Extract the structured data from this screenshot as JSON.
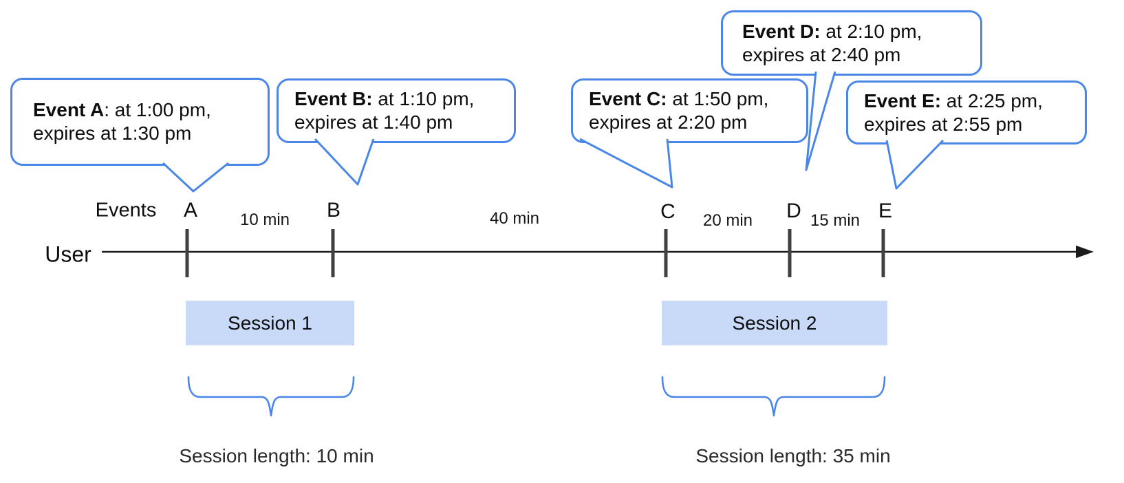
{
  "title": "Event sessionization timeline diagram",
  "colors": {
    "accent_blue": "#4a86e8",
    "session_fill": "#c9daf8",
    "tick_gray": "#404040",
    "axis_black": "#1b1b1b",
    "text_black": "#0e0e0e"
  },
  "axis": {
    "events_label": "Events",
    "user_label": "User",
    "tick_labels": [
      "A",
      "B",
      "C",
      "D",
      "E"
    ],
    "interval_labels": [
      "10 min",
      "40 min",
      "20 min",
      "15 min"
    ]
  },
  "bubbles": [
    {
      "event": "A",
      "bold": "Event A",
      "line1_rest": ": at 1:00 pm,",
      "line2": "expires at 1:30 pm"
    },
    {
      "event": "B",
      "bold": "Event B:",
      "line1_rest": " at 1:10 pm,",
      "line2": "expires at 1:40 pm"
    },
    {
      "event": "C",
      "bold": "Event C:",
      "line1_rest": " at 1:50 pm,",
      "line2": "expires at 2:20 pm"
    },
    {
      "event": "D",
      "bold": "Event D:",
      "line1_rest": " at 2:10 pm,",
      "line2": "expires at 2:40 pm"
    },
    {
      "event": "E",
      "bold": "Event E:",
      "line1_rest": " at 2:25 pm,",
      "line2": "expires at 2:55 pm"
    }
  ],
  "sessions": [
    {
      "label": "Session 1",
      "length_label": "Session length: 10 min"
    },
    {
      "label": "Session 2",
      "length_label": "Session length: 35 min"
    }
  ]
}
